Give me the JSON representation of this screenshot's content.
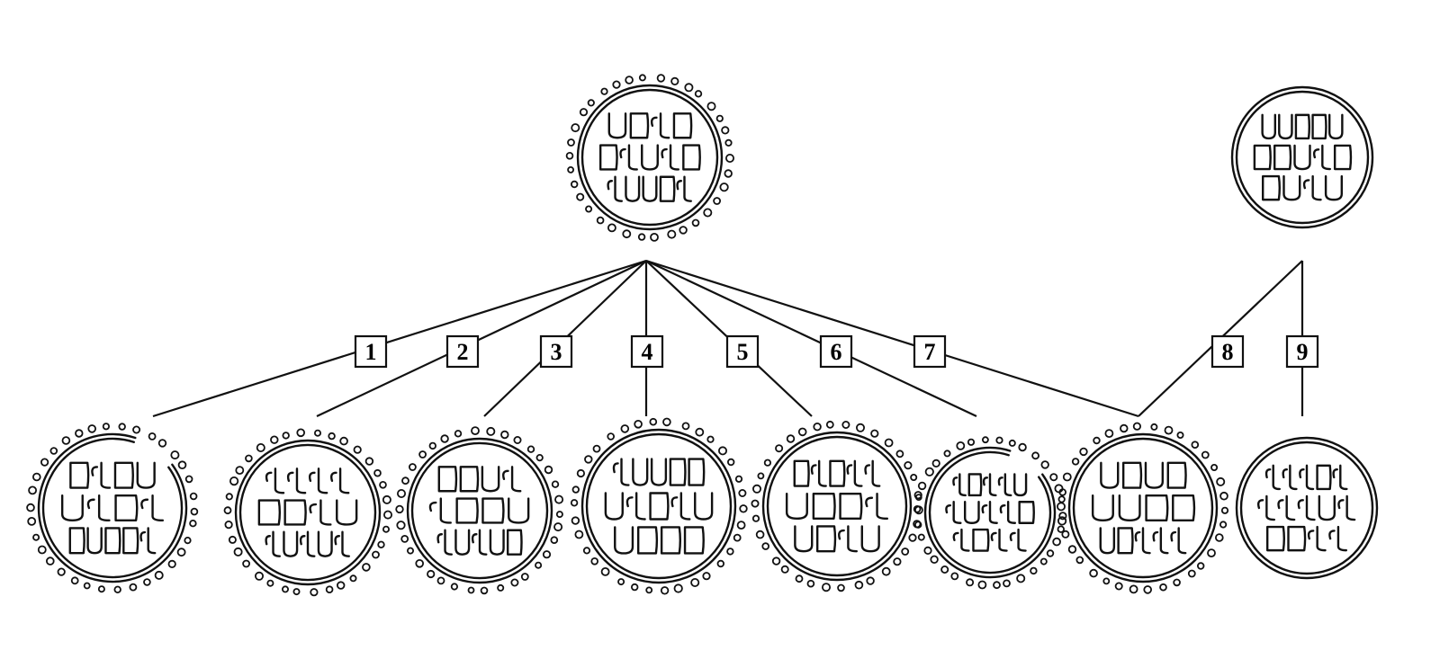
{
  "nodes": [
    {
      "id": "source-coin-left",
      "kind": "source",
      "icon": "coin-drawing-icon"
    },
    {
      "id": "source-coin-right",
      "kind": "source",
      "icon": "coin-drawing-icon"
    }
  ],
  "connections": [
    {
      "label": "1",
      "from": "source-coin-left",
      "to": "coin-1"
    },
    {
      "label": "2",
      "from": "source-coin-left",
      "to": "coin-2"
    },
    {
      "label": "3",
      "from": "source-coin-left",
      "to": "coin-3"
    },
    {
      "label": "4",
      "from": "source-coin-left",
      "to": "coin-4"
    },
    {
      "label": "5",
      "from": "source-coin-left",
      "to": "coin-5"
    },
    {
      "label": "6",
      "from": "source-coin-left",
      "to": "coin-6"
    },
    {
      "label": "7",
      "from": "source-coin-left",
      "to": "coin-7"
    },
    {
      "label": "8",
      "from": "source-coin-right",
      "to": "coin-7"
    },
    {
      "label": "9",
      "from": "source-coin-right",
      "to": "coin-8"
    }
  ],
  "bottom_coins": [
    "coin-1",
    "coin-2",
    "coin-3",
    "coin-4",
    "coin-5",
    "coin-6",
    "coin-7",
    "coin-8"
  ]
}
